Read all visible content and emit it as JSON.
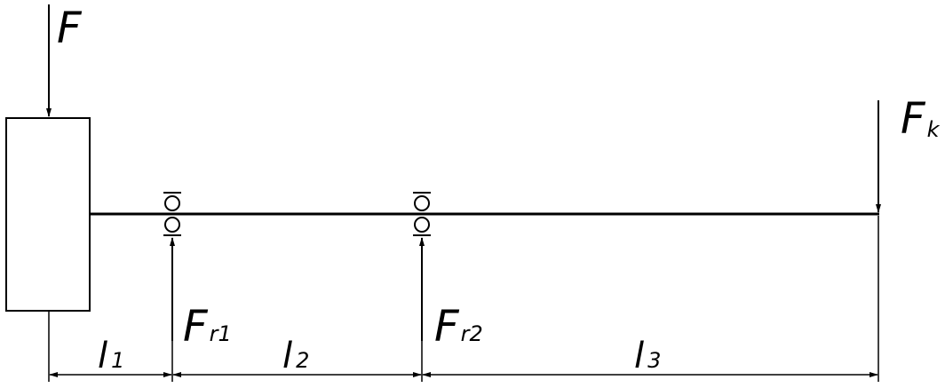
{
  "forces": {
    "f": {
      "main": "F"
    },
    "fk": {
      "main": "F",
      "sub": "k"
    },
    "fr1": {
      "main": "F",
      "sub": "r1"
    },
    "fr2": {
      "main": "F",
      "sub": "r2"
    }
  },
  "dimensions": {
    "l1": {
      "main": "l",
      "sub": "1"
    },
    "l2": {
      "main": "l",
      "sub": "2"
    },
    "l3": {
      "main": "l",
      "sub": "3"
    }
  },
  "colors": {
    "line": "#000000",
    "background": "#ffffff"
  }
}
